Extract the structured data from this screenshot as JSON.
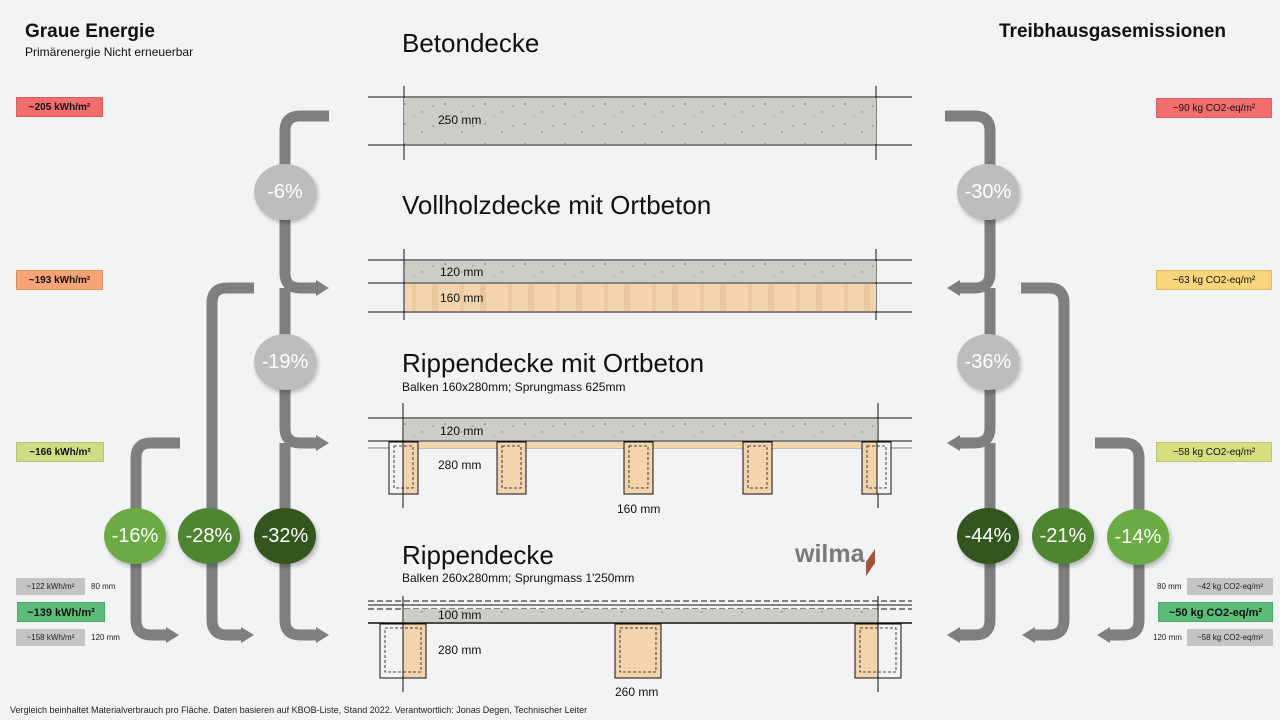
{
  "left_header": {
    "title": "Graue Energie",
    "subtitle": "Primärenergie  Nicht erneuerbar"
  },
  "right_header": {
    "title": "Treibhausgasemissionen"
  },
  "sections": [
    {
      "title": "Betondecke",
      "subtitle": "",
      "layers": [
        "250 mm"
      ]
    },
    {
      "title": "Vollholzdecke mit Ortbeton",
      "subtitle": "",
      "layers": [
        "120 mm",
        "160 mm"
      ]
    },
    {
      "title": "Rippendecke mit Ortbeton",
      "subtitle": "Balken 160x280mm; Sprungmass  625mm",
      "layers": [
        "120 mm",
        "280 mm"
      ],
      "beam_width": "160 mm"
    },
    {
      "title": "Rippendecke",
      "subtitle": "Balken 260x280mm; Sprungmass  1'250mm",
      "layers": [
        "100 mm",
        "280 mm"
      ],
      "beam_width": "260 mm"
    }
  ],
  "energy_values": [
    {
      "label": "~205 kWh/m²",
      "color": "#f26d6d"
    },
    {
      "label": "~193 kWh/m²",
      "color": "#f6a475"
    },
    {
      "label": "~166 kWh/m²",
      "color": "#cfdc84"
    },
    {
      "label": "~139 kWh/m²",
      "color": "#5cbd78"
    }
  ],
  "energy_variants": [
    {
      "label": "~122 kWh/m²",
      "thickness": "80 mm"
    },
    {
      "label": "~158 kWh/m²",
      "thickness": "120 mm"
    }
  ],
  "co2_values": [
    {
      "label": "~90 kg CO2-eq/m²",
      "color": "#f26d6d"
    },
    {
      "label": "~63 kg CO2-eq/m²",
      "color": "#fad57a"
    },
    {
      "label": "~58 kg CO2-eq/m²",
      "color": "#d6de7e"
    },
    {
      "label": "~50 kg CO2-eq/m²",
      "color": "#5cbd78"
    }
  ],
  "co2_variants": [
    {
      "label": "~42 kg CO2-eq/m²",
      "thickness": "80 mm"
    },
    {
      "label": "~58 kg CO2-eq/m²",
      "thickness": "120 mm"
    }
  ],
  "energy_reductions": [
    {
      "label": "-6%",
      "color": "#bdbdbd"
    },
    {
      "label": "-19%",
      "color": "#bdbdbd"
    },
    {
      "label": "-16%",
      "color": "#6aab43"
    },
    {
      "label": "-28%",
      "color": "#4e8530"
    },
    {
      "label": "-32%",
      "color": "#33561f"
    }
  ],
  "co2_reductions": [
    {
      "label": "-30%",
      "color": "#bdbdbd"
    },
    {
      "label": "-36%",
      "color": "#bdbdbd"
    },
    {
      "label": "-44%",
      "color": "#33561f"
    },
    {
      "label": "-21%",
      "color": "#4e8530"
    },
    {
      "label": "-14%",
      "color": "#6aab43"
    }
  ],
  "logo": {
    "text": "wilma",
    "accent_color": "#a0523a"
  },
  "footer": "Vergleich beinhaltet Materialverbrauch pro Fläche. Daten basieren auf KBOB-Liste, Stand 2022. Verantwortlich:  Jonas Degen, Technischer Leiter"
}
